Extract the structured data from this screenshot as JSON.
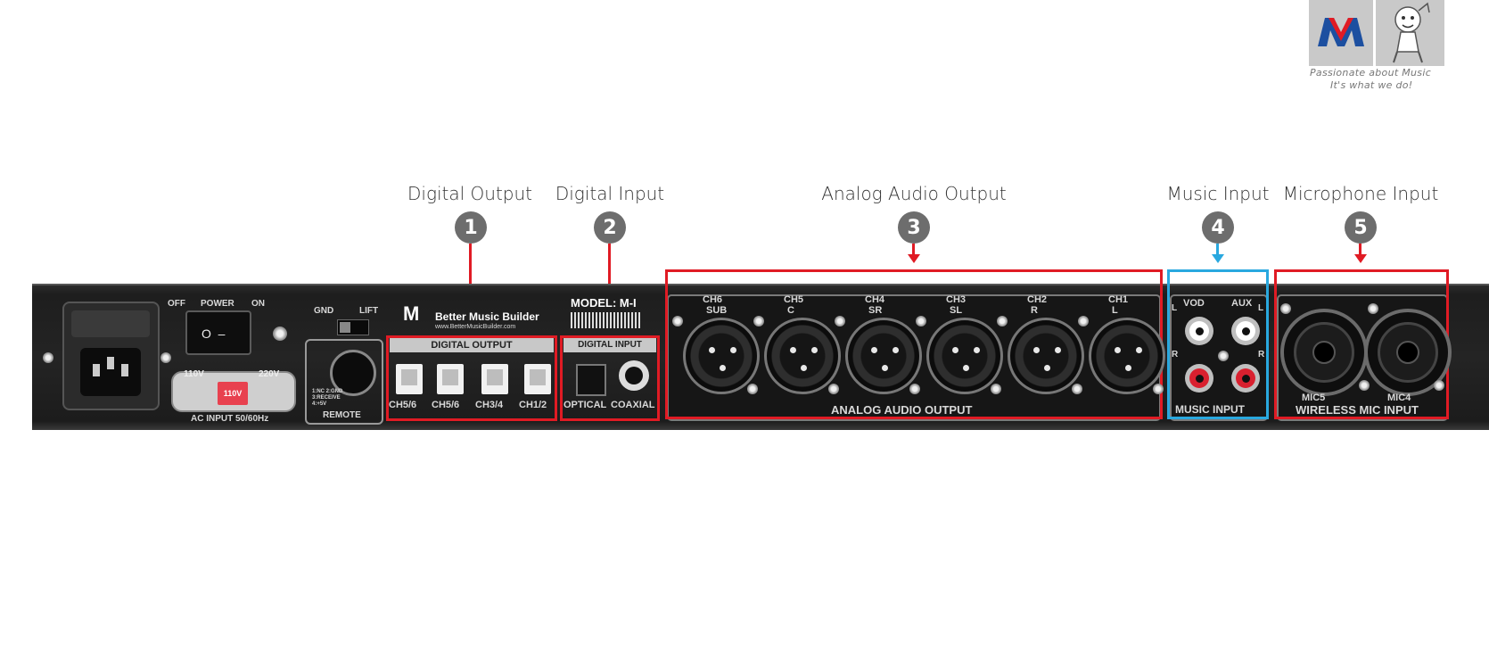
{
  "brand": {
    "logo_letters": "M",
    "tagline_1": "Passionate about Music",
    "tagline_2": "It's what we do!"
  },
  "callouts": [
    {
      "number": "1",
      "title": "Digital Output"
    },
    {
      "number": "2",
      "title": "Digital Input"
    },
    {
      "number": "3",
      "title": "Analog Audio Output"
    },
    {
      "number": "4",
      "title": "Music Input"
    },
    {
      "number": "5",
      "title": "Microphone Input"
    }
  ],
  "device": {
    "power": {
      "off": "OFF",
      "label": "POWER",
      "on": "ON"
    },
    "voltage": {
      "low": "110V",
      "high": "220V",
      "switch": "110V"
    },
    "ac_input": "AC INPUT 50/60Hz",
    "ground": {
      "gnd": "GND",
      "lift": "LIFT"
    },
    "remote": {
      "label": "REMOTE",
      "pins": "1:NC  2:GND  3:RECEIVE  4:+5V"
    },
    "brand_name": "Better Music Builder",
    "brand_url": "www.BetterMusicBuilder.com",
    "model": "MODEL: M-I",
    "digital_output": {
      "label": "DIGITAL OUTPUT",
      "ports": [
        "CH5/6",
        "CH5/6",
        "CH3/4",
        "CH1/2"
      ]
    },
    "digital_input": {
      "label": "DIGITAL INPUT",
      "optical": "OPTICAL",
      "coaxial": "COAXIAL"
    },
    "analog_output": {
      "label": "ANALOG AUDIO OUTPUT",
      "channels": [
        {
          "top": "CH6",
          "bottom": "SUB"
        },
        {
          "top": "CH5",
          "bottom": "C"
        },
        {
          "top": "CH4",
          "bottom": "SR"
        },
        {
          "top": "CH3",
          "bottom": "SL"
        },
        {
          "top": "CH2",
          "bottom": "R"
        },
        {
          "top": "CH1",
          "bottom": "L"
        }
      ]
    },
    "music_input": {
      "label": "MUSIC INPUT",
      "vod": "VOD",
      "aux": "AUX",
      "l": "L",
      "r": "R"
    },
    "mic_input": {
      "label": "WIRELESS MIC INPUT",
      "mic5": "MIC5",
      "mic4": "MIC4"
    }
  },
  "colors": {
    "highlight_red": "#e01b24",
    "highlight_blue": "#29a8df",
    "badge_gray": "#6d6d6d"
  }
}
